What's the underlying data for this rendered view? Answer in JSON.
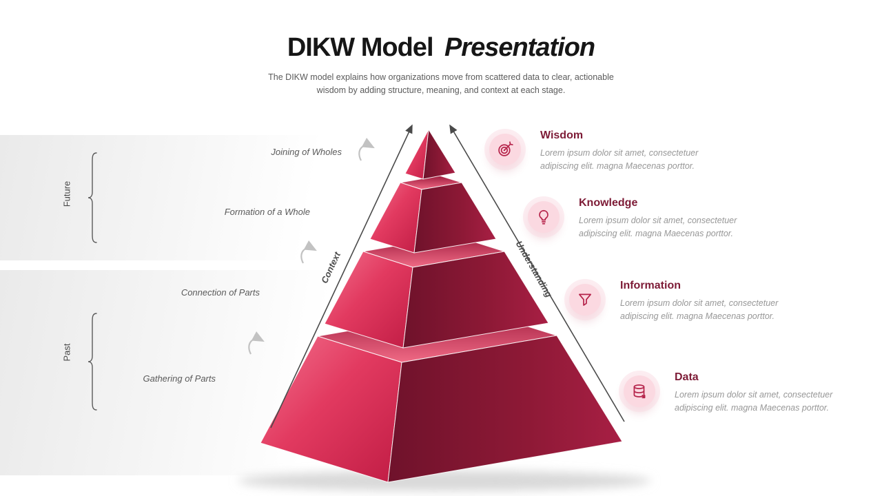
{
  "slide": {
    "title_main": "DIKW Model",
    "title_accent": "Presentation",
    "subtitle": "The DIKW model explains how organizations move from scattered data to clear, actionable wisdom by adding structure, meaning, and context at each stage."
  },
  "timeline": {
    "future_label": "Future",
    "past_label": "Past"
  },
  "process_labels": [
    {
      "text": "Joining of Wholes"
    },
    {
      "text": "Formation of a Whole"
    },
    {
      "text": "Connection of Parts"
    },
    {
      "text": "Gathering of Parts"
    }
  ],
  "axis": {
    "left": "Context",
    "right": "Understanding"
  },
  "stages": [
    {
      "title": "Wisdom",
      "icon": "target-icon",
      "description": "Lorem ipsum dolor sit amet, consectetuer adipiscing elit. magna Maecenas porttor."
    },
    {
      "title": "Knowledge",
      "icon": "lightbulb-icon",
      "description": "Lorem ipsum dolor sit amet, consectetuer adipiscing elit. magna Maecenas porttor."
    },
    {
      "title": "Information",
      "icon": "funnel-icon",
      "description": "Lorem ipsum dolor sit amet, consectetuer adipiscing elit. magna Maecenas porttor."
    },
    {
      "title": "Data",
      "icon": "database-icon",
      "description": "Lorem ipsum dolor sit amet, consectetuer adipiscing elit. magna Maecenas porttor."
    }
  ],
  "colors": {
    "pyramid_bright": "#e8395f",
    "pyramid_dark": "#7e1531",
    "stage_title": "#7d1b36",
    "icon_circle": "#fbd9e1",
    "icon_stroke": "#b5234a",
    "muted_text": "#979797",
    "arrow": "#4a4a4a"
  }
}
